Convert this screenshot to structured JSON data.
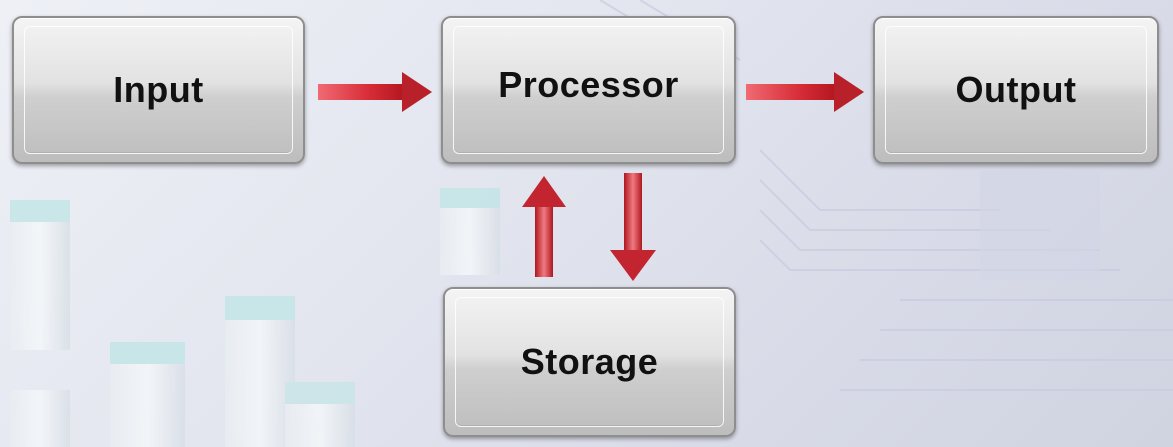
{
  "diagram": {
    "nodes": {
      "input": "Input",
      "processor": "Processor",
      "output": "Output",
      "storage": "Storage"
    },
    "edges": [
      {
        "from": "Input",
        "to": "Processor"
      },
      {
        "from": "Processor",
        "to": "Output"
      },
      {
        "from": "Processor",
        "to": "Storage"
      },
      {
        "from": "Storage",
        "to": "Processor"
      }
    ]
  },
  "colors": {
    "arrow": "#c8202c",
    "box_fill": "#d4d4d4",
    "label": "#111111"
  }
}
